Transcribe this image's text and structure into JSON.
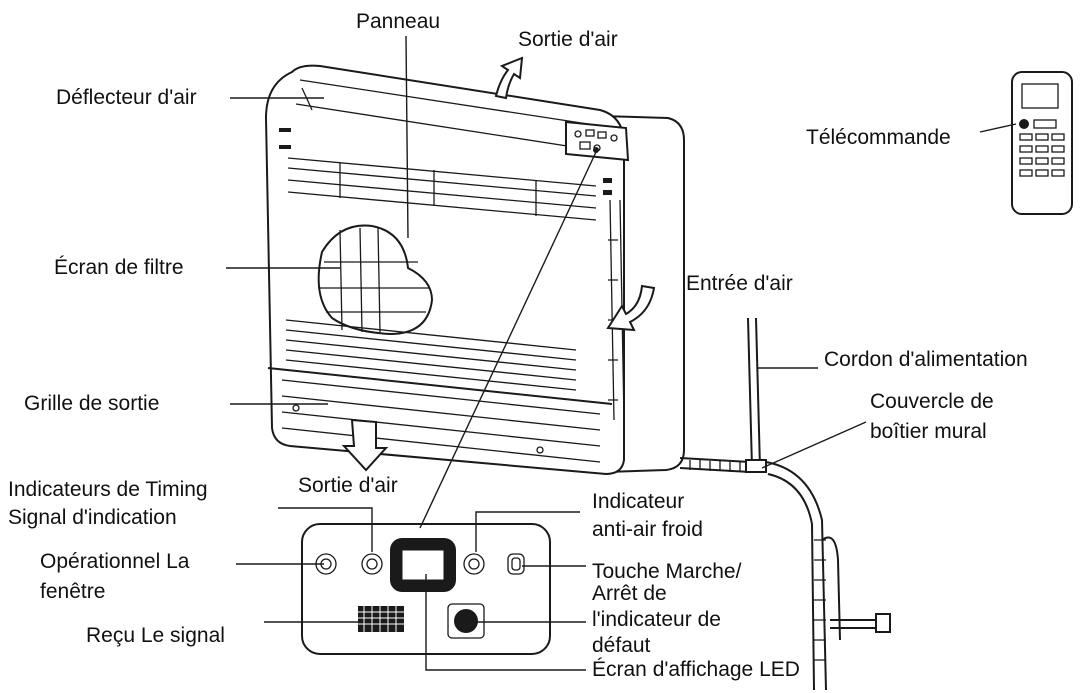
{
  "labels": {
    "panel": "Panneau",
    "air_outlet_top": "Sortie d'air",
    "air_deflector": "Déflecteur d'air",
    "remote": "Télécommande",
    "filter_screen": "Écran de filtre",
    "air_inlet": "Entrée d'air",
    "power_cord": "Cordon d'alimentation",
    "wall_box_cover_line1": "Couvercle de",
    "wall_box_cover_line2": "boîtier mural",
    "outlet_grille": "Grille de sortie",
    "air_outlet_bottom": "Sortie d'air",
    "timing_indicators_line1": "Indicateurs de Timing",
    "timing_indicators_line2": "Signal d'indication",
    "anti_cold_line1": "Indicateur",
    "anti_cold_line2": "anti-air froid",
    "operational_line1": "Opérationnel La",
    "operational_line2": "fenêtre",
    "onoff_line1": "Touche Marche/",
    "onoff_line2": "Arrêt de",
    "onoff_line3": "l'indicateur de",
    "onoff_line4": "défaut",
    "received_signal": "Reçu Le signal",
    "led_display": "Écran d'affichage LED"
  },
  "colors": {
    "line": "#1a1a1a",
    "text": "#111111",
    "background": "#ffffff"
  }
}
